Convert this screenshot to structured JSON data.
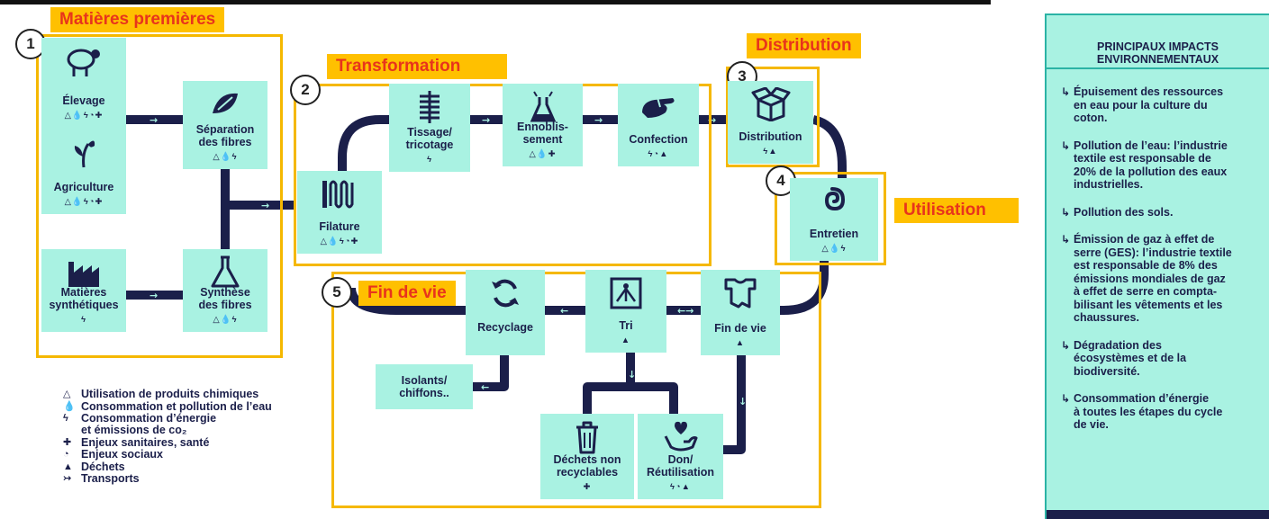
{
  "sections": {
    "s1": {
      "num": "1",
      "title": "Matières premières"
    },
    "s2": {
      "num": "2",
      "title": "Transformation"
    },
    "s3": {
      "num": "3",
      "title": "Distribution"
    },
    "s4": {
      "num": "4",
      "title": "Utilisation"
    },
    "s5": {
      "num": "5",
      "title": "Fin de vie"
    }
  },
  "nodes": {
    "elevage": {
      "label": "Élevage",
      "symbols": "△💧ϟ◔✚"
    },
    "agriculture": {
      "label": "Agriculture",
      "symbols": "△💧ϟ◔✚"
    },
    "separation": {
      "label": "Séparation\ndes fibres",
      "symbols": "△💧ϟ"
    },
    "matieres_synth": {
      "label": "Matières\nsynthétiques",
      "symbols": "ϟ"
    },
    "synthese": {
      "label": "Synthèse\ndes fibres",
      "symbols": "△💧ϟ"
    },
    "filature": {
      "label": "Filature",
      "symbols": "△💧ϟ◔✚"
    },
    "tissage": {
      "label": "Tissage/\ntricotage",
      "symbols": "ϟ"
    },
    "ennoblissement": {
      "label": "Ennoblis-\nsement",
      "symbols": "△💧✚"
    },
    "confection": {
      "label": "Confection",
      "symbols": "ϟ◔▲"
    },
    "distribution": {
      "label": "Distribution",
      "symbols": "ϟ▲"
    },
    "entretien": {
      "label": "Entretien",
      "symbols": "△💧ϟ"
    },
    "recyclage": {
      "label": "Recyclage",
      "symbols": ""
    },
    "tri": {
      "label": "Tri",
      "symbols": "▲"
    },
    "fin_de_vie": {
      "label": "Fin de vie",
      "symbols": "▲"
    },
    "isolants": {
      "label": "Isolants/\nchiffons..",
      "symbols": ""
    },
    "dechets": {
      "label": "Déchets non\nrecyclables",
      "symbols": "✚"
    },
    "don": {
      "label": "Don/\nRéutilisation",
      "symbols": "ϟ◔▲"
    }
  },
  "legend": [
    {
      "symbol": "△",
      "text": "Utilisation de produits chimiques"
    },
    {
      "symbol": "💧",
      "text": "Consommation et pollution de l’eau"
    },
    {
      "symbol": "ϟ",
      "text": "Consommation d’énergie\net émissions de co₂"
    },
    {
      "symbol": "✚",
      "text": "Enjeux sanitaires, santé"
    },
    {
      "symbol": "◔",
      "text": "Enjeux sociaux"
    },
    {
      "symbol": "▲",
      "text": "Déchets"
    },
    {
      "symbol": "↣",
      "text": "Transports"
    }
  ],
  "impacts": {
    "title": "PRINCIPAUX IMPACTS\nENVIRONNEMENTAUX",
    "items": [
      "Épuisement des ressources\nen eau pour la culture du\ncoton.",
      "Pollution de l’eau: l’industrie\ntextile est responsable de\n20% de la pollution des eaux\nindustrielles.",
      "Pollution des sols.",
      "Émission de gaz à effet de\nserre (GES): l’industrie textile\nest responsable de 8% des\némissions mondiales de gaz\nà effet de serre en compta-\nbilisant les vêtements et les\nchaussures.",
      "Dégradation des\nécosystèmes et de la\nbiodiversité.",
      "Consommation d’énergie\nà toutes les étapes du cycle\nde vie."
    ]
  },
  "colors": {
    "node": "#a9f2e2",
    "line": "#1b1f4a",
    "frame": "#f5b800",
    "tag_bg": "#ffc000",
    "tag_text": "#e8341c"
  }
}
